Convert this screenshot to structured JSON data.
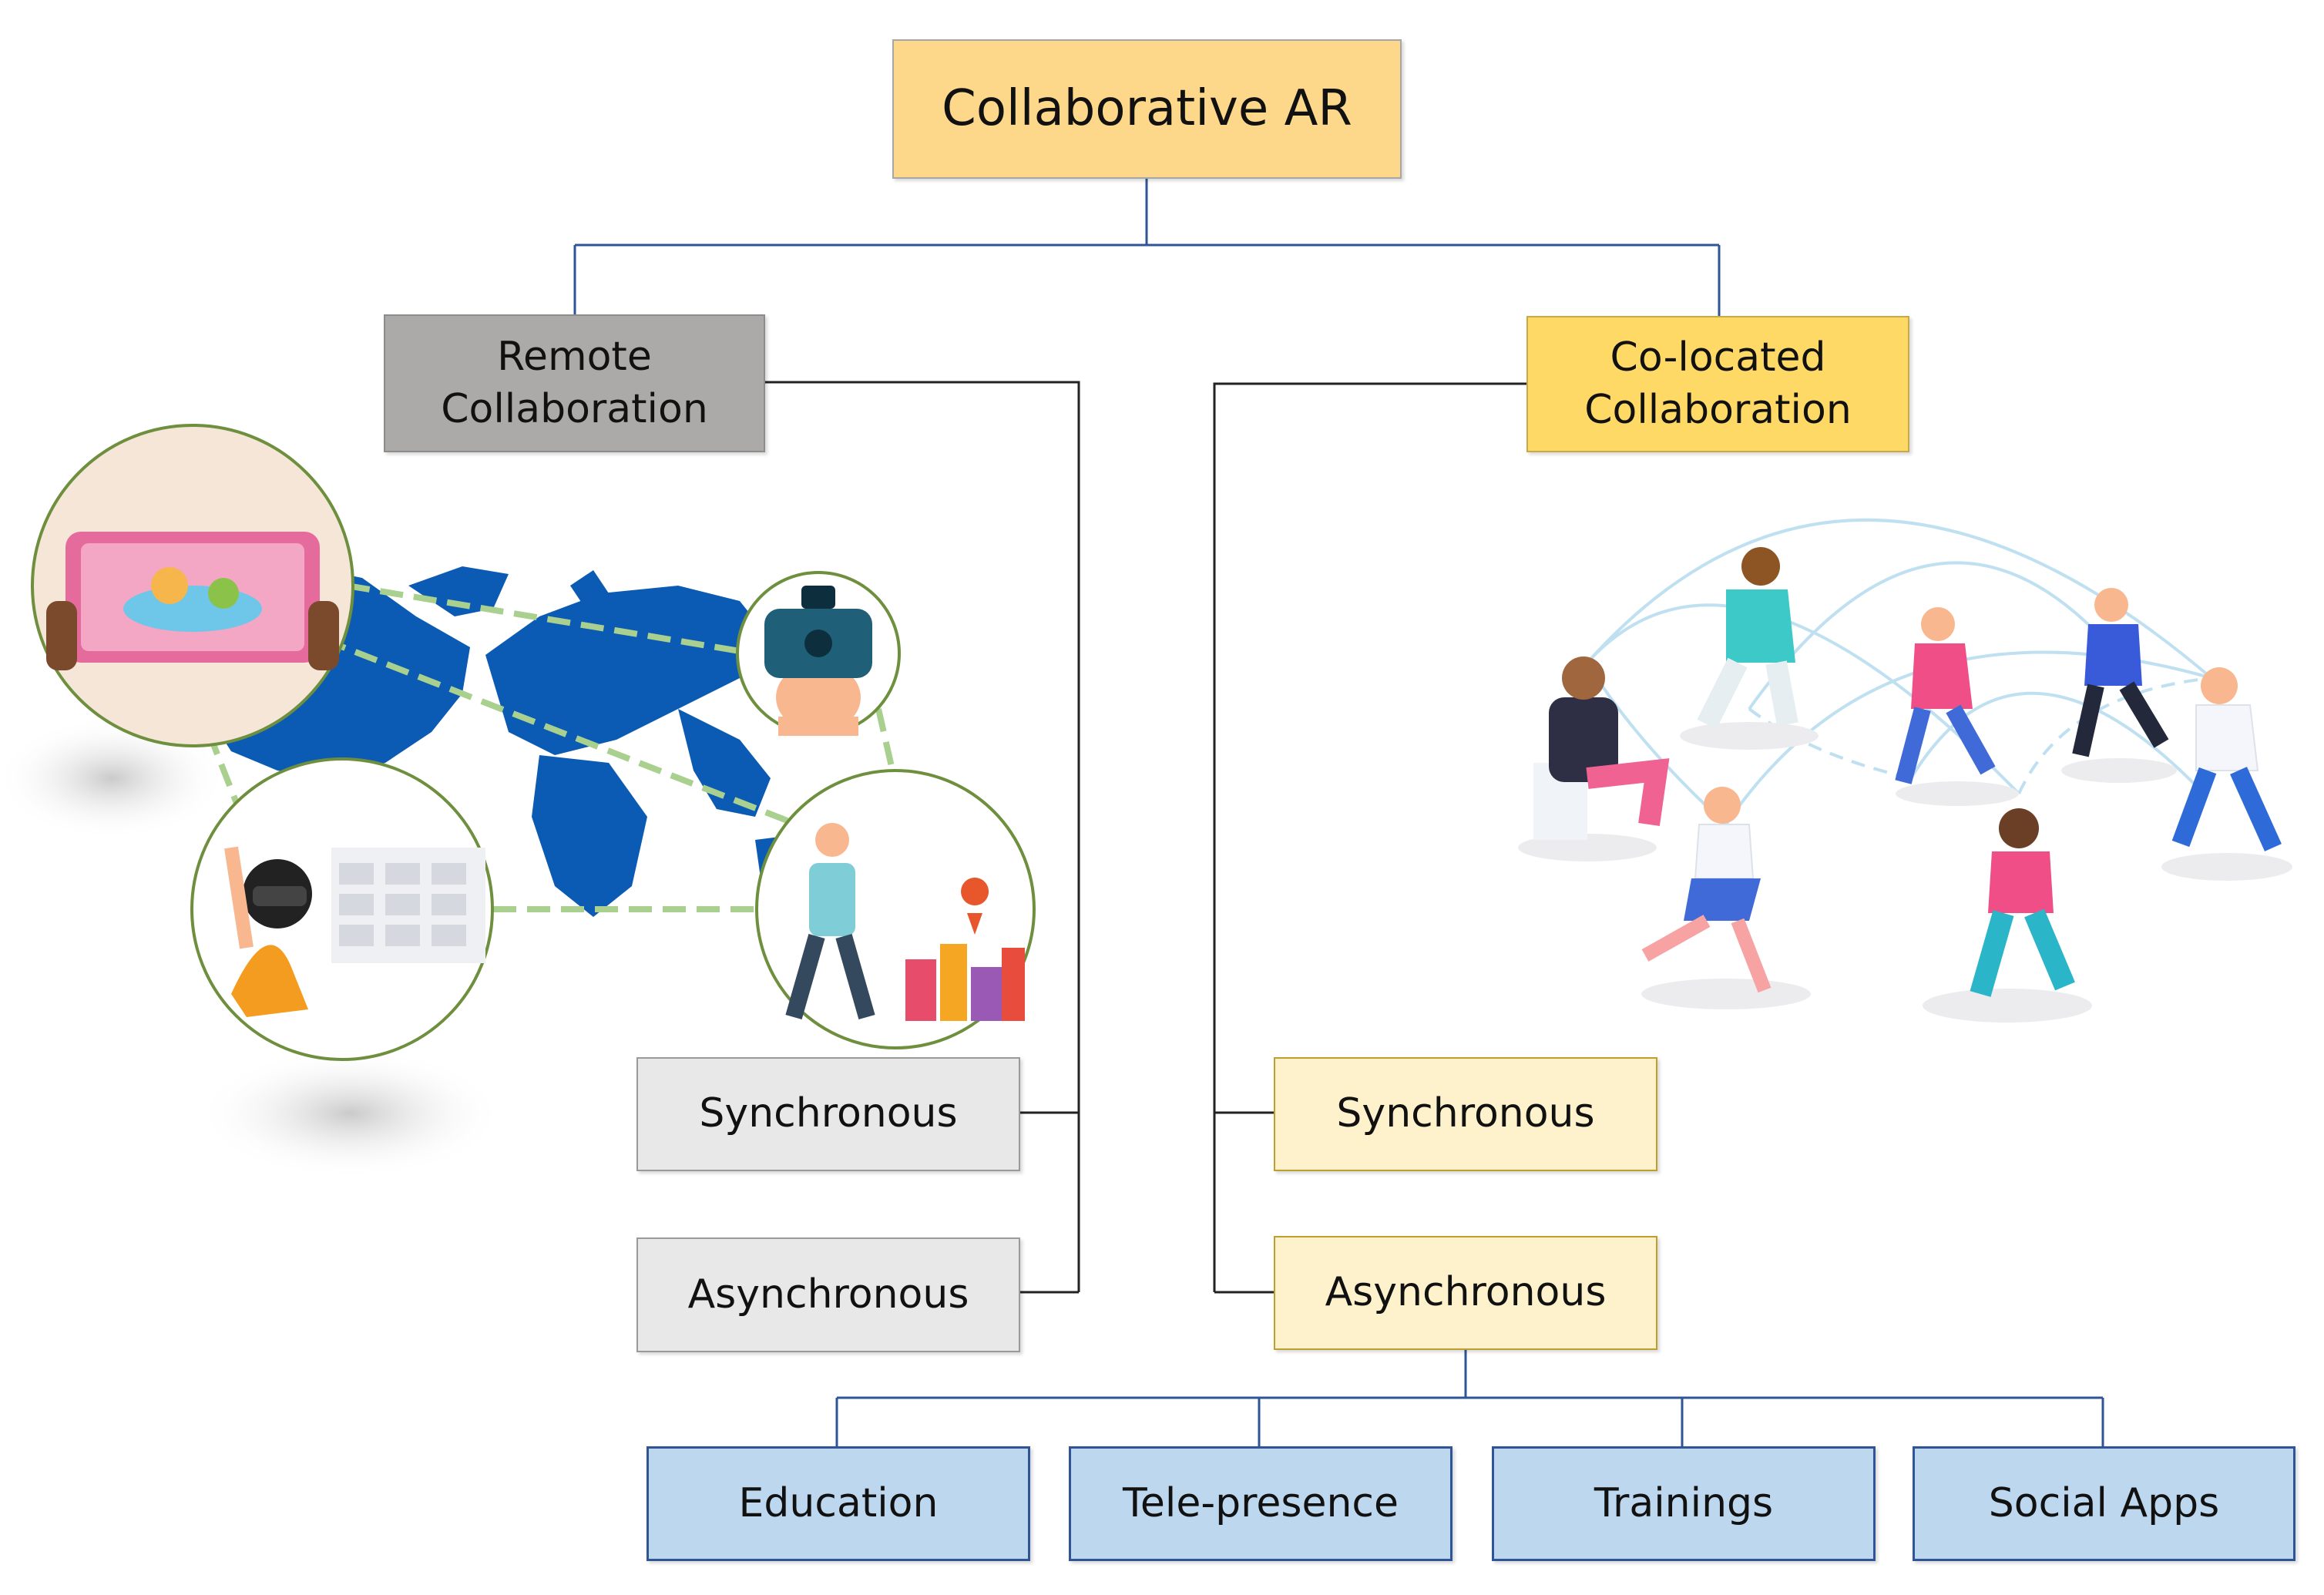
{
  "root": {
    "label": "Collaborative AR"
  },
  "remote": {
    "line1": "Remote",
    "line2": "Collaboration"
  },
  "colocated": {
    "line1": "Co-located",
    "line2": "Collaboration"
  },
  "remote_modes": [
    "Synchronous",
    "Asynchronous"
  ],
  "colocated_modes": [
    "Synchronous",
    "Asynchronous"
  ],
  "applications": [
    "Education",
    "Tele-presence",
    "Trainings",
    "Social Apps"
  ],
  "colors": {
    "connector_blue": "#2f5597",
    "connector_dark": "#222222",
    "map_blue": "#0b5bb5",
    "dashed_green": "#a9d08e"
  }
}
